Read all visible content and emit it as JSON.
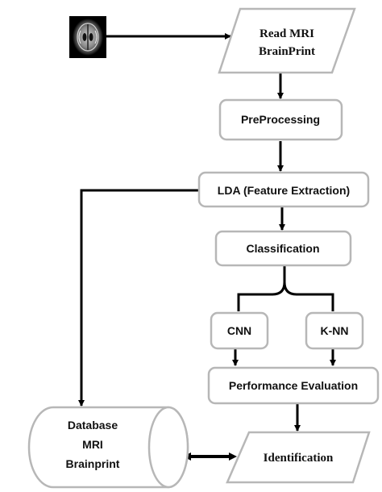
{
  "diagram": {
    "nodes": {
      "read_mri": {
        "line1": "Read MRI",
        "line2": "BrainPrint"
      },
      "preprocessing": {
        "label": "PreProcessing"
      },
      "lda": {
        "label": "LDA (Feature Extraction)"
      },
      "classification": {
        "label": "Classification"
      },
      "cnn": {
        "label": "CNN"
      },
      "knn": {
        "label": "K-NN"
      },
      "performance": {
        "label": "Performance Evaluation"
      },
      "identification": {
        "label": "Identification"
      },
      "database": {
        "line1": "Database",
        "line2": "MRI",
        "line3": "Brainprint"
      }
    },
    "input_image": {
      "icon": "brain-mri-icon"
    },
    "colors": {
      "box_stroke": "#b7b7b7",
      "arrow": "#000000",
      "text": "#111111"
    }
  }
}
